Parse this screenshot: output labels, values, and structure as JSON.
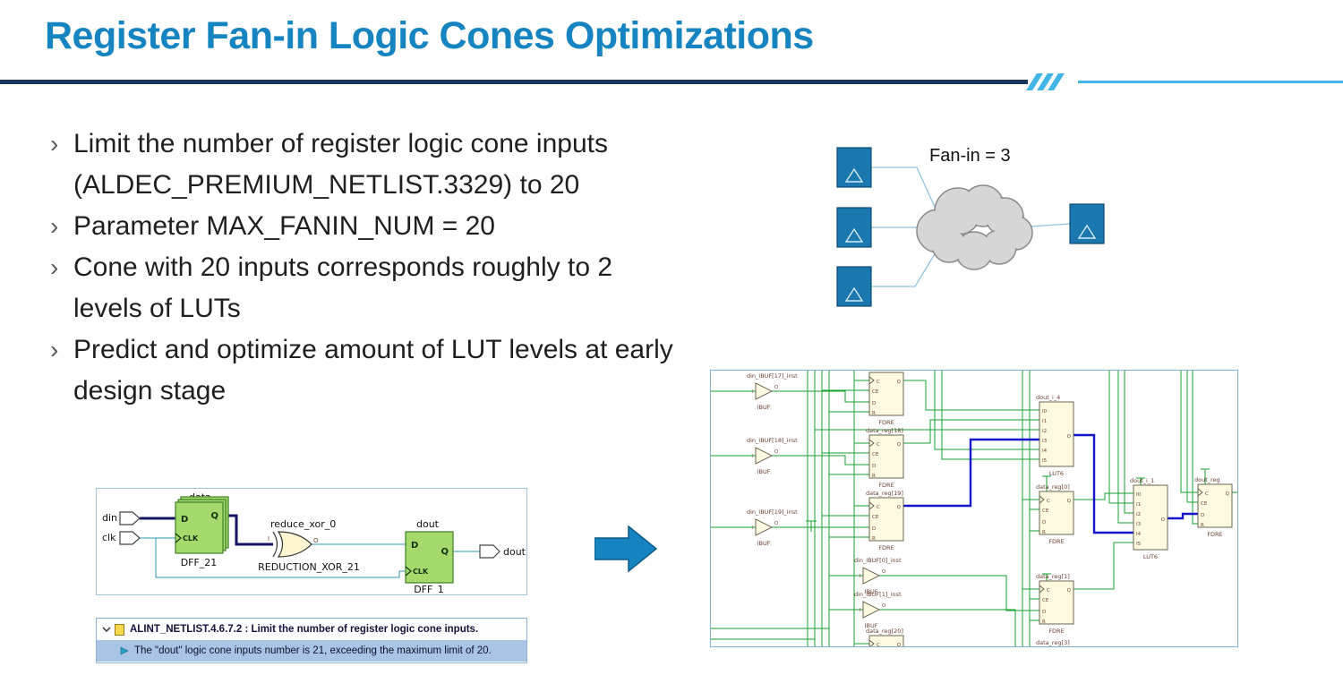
{
  "slide": {
    "title": "Register Fan-in Logic Cones Optimizations",
    "bullet_marker": "›"
  },
  "colors": {
    "title_blue": "#1684c0",
    "rule_dark_blue": "#17375e",
    "rule_light_blue": "#41b6e6",
    "register_blue": "#1b78ae",
    "wire_green": "#16a02c",
    "wire_blue": "#1414cd",
    "cell_yellow": "#fdfae0",
    "dff_green": "#a4d96c",
    "violation_highlight": "#a9c4e4"
  },
  "bullets": [
    "Limit the number of register logic cone inputs (ALDEC_PREMIUM_NETLIST.3329) to 20",
    "Parameter MAX_FANIN_NUM = 20",
    "Cone with 20 inputs corresponds roughly to 2 levels of LUTs",
    "Predict and optimize amount of LUT levels at early design stage"
  ],
  "fanin": {
    "label": "Fan-in = 3"
  },
  "schematic": {
    "bus_label": "data",
    "pins": {
      "din": "din",
      "clk": "clk",
      "dout": "dout"
    },
    "dff21": {
      "name": "DFF_21",
      "port_d": "D",
      "port_clk": "CLK",
      "port_q": "Q"
    },
    "xor": {
      "net": "reduce_xor_0",
      "name": "REDUCTION_XOR_21",
      "port_i": "I",
      "port_o": "O"
    },
    "dff1": {
      "name": "DFF_1",
      "net": "dout",
      "port_d": "D",
      "port_clk": "CLK",
      "port_q": "Q"
    }
  },
  "alert": {
    "rule": "ALINT_NETLIST.4.6.7.2 : Limit the number of register logic cone inputs.",
    "violation": "The \"dout\" logic cone inputs number is 21, exceeding the maximum limit of 20."
  },
  "netlist": {
    "types": {
      "ibuf": "IBUF",
      "fdre": "FDRE",
      "lut6": "LUT6"
    },
    "ibuf_ports": [
      "I",
      "O"
    ],
    "fdre_ports": [
      "C",
      "CE",
      "D",
      "R",
      "Q"
    ],
    "lut_ports": [
      "I0",
      "I1",
      "I2",
      "I3",
      "I4",
      "I5",
      "O"
    ],
    "instances": {
      "ibufs": [
        "din_IBUF[17]_inst",
        "din_IBUF[18]_inst",
        "din_IBUF[19]_inst",
        "din_IBUF[0]_inst",
        "din_IBUF[1]_inst"
      ],
      "fdres": [
        "data_reg[18]",
        "data_reg[19]",
        "data_reg[0]",
        "data_reg[1]",
        "dout_reg",
        "data_reg[20]"
      ],
      "luts": [
        "dout_i_4",
        "dout_i_1"
      ],
      "partial": [
        "data_reg[3]"
      ]
    }
  }
}
